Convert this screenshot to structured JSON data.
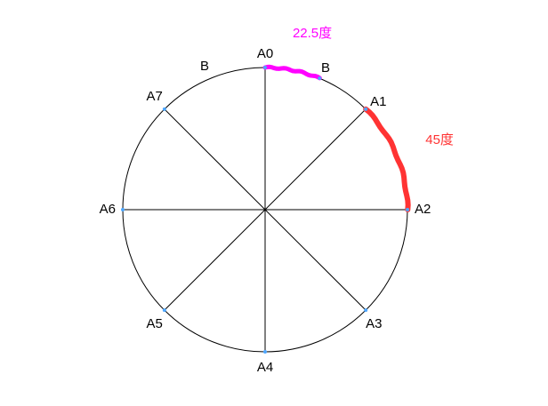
{
  "points": [
    {
      "id": "A0",
      "label": "A0",
      "angle_deg": 0
    },
    {
      "id": "A1",
      "label": "A1",
      "angle_deg": 45
    },
    {
      "id": "A2",
      "label": "A2",
      "angle_deg": 90
    },
    {
      "id": "A3",
      "label": "A3",
      "angle_deg": 135
    },
    {
      "id": "A4",
      "label": "A4",
      "angle_deg": 180
    },
    {
      "id": "A5",
      "label": "A5",
      "angle_deg": 225
    },
    {
      "id": "A6",
      "label": "A6",
      "angle_deg": 270
    },
    {
      "id": "A7",
      "label": "A7",
      "angle_deg": 315
    }
  ],
  "b_labels": [
    {
      "id": "b-left",
      "label": "B",
      "angle_deg": 337.5
    },
    {
      "id": "b-right",
      "label": "B",
      "angle_deg": 22.5
    }
  ],
  "arcs": [
    {
      "id": "arc-22-5",
      "from_deg": 0,
      "to_deg": 22.5,
      "color": "#ff00ff",
      "label": "22.5度"
    },
    {
      "id": "arc-45",
      "from_deg": 45,
      "to_deg": 90,
      "color": "#ff3333",
      "label": "45度"
    }
  ],
  "colors": {
    "circle": "#000000",
    "point": "#4da6ff"
  }
}
